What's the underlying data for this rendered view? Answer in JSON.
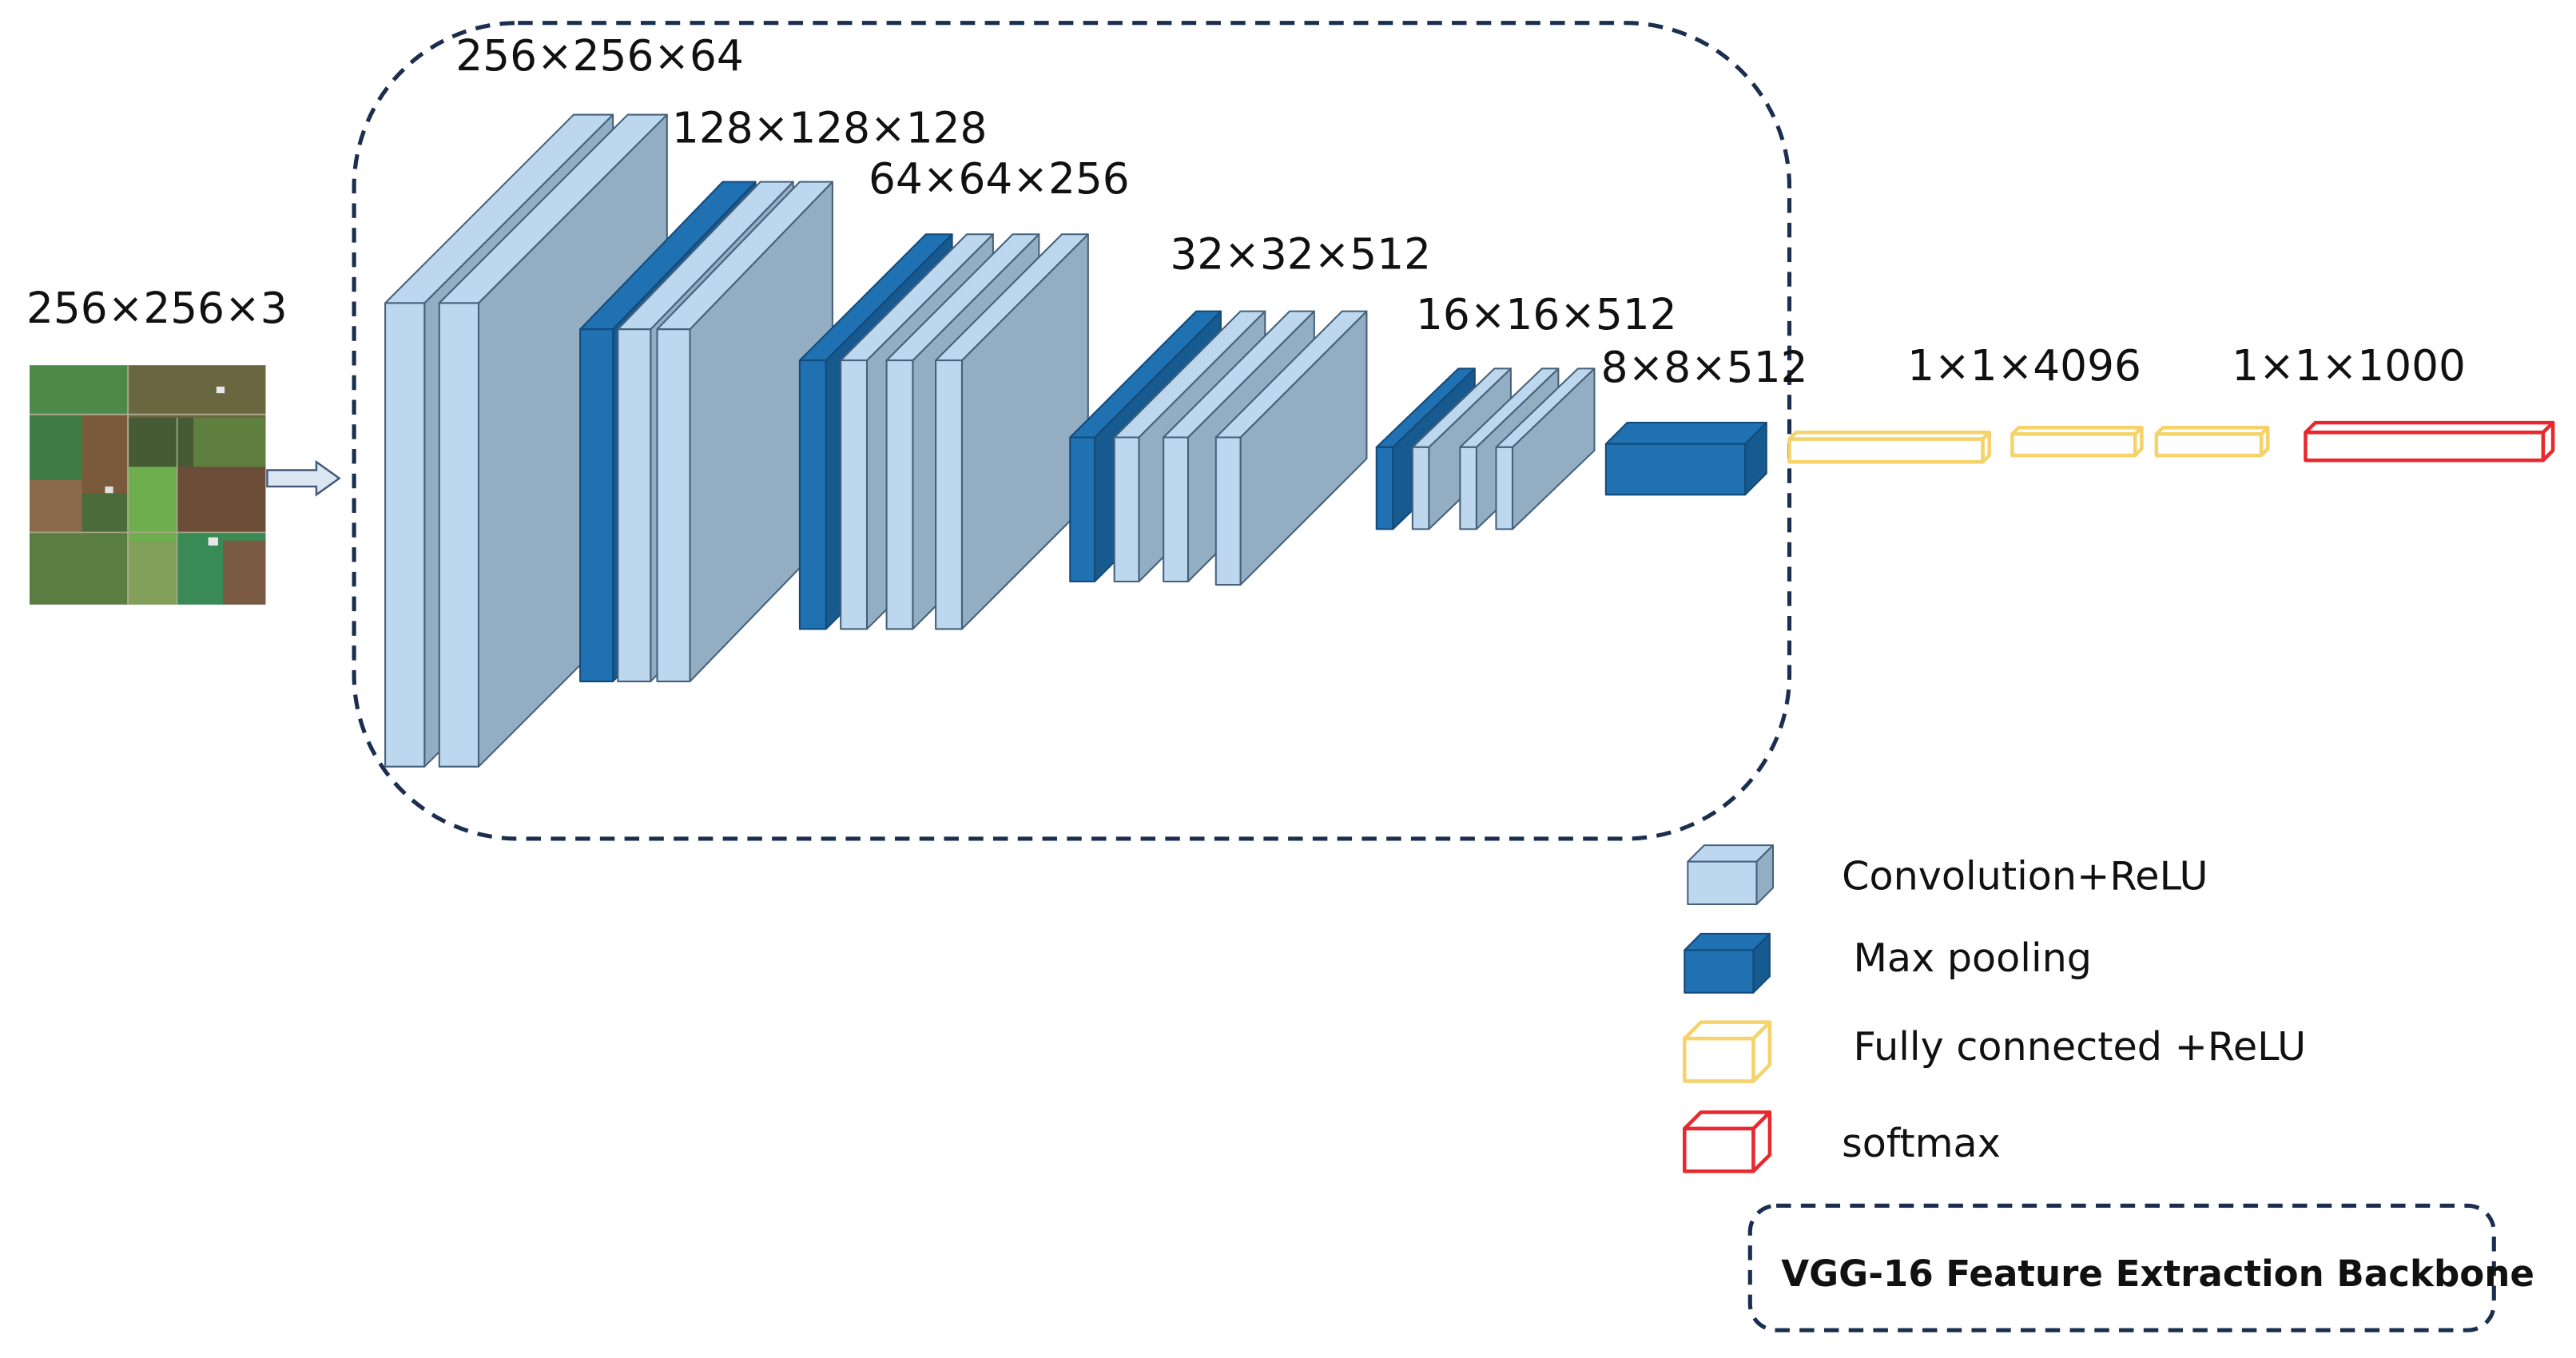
{
  "input": {
    "size_label": "256×256×3"
  },
  "stage_labels": [
    "256×256×64",
    "128×128×128",
    "64×64×256",
    "32×32×512",
    "16×16×512",
    "8×8×512"
  ],
  "fc_labels": [
    "1×1×4096",
    "1×1×1000"
  ],
  "legend": {
    "conv_relu": "Convolution+ReLU",
    "max_pooling": "Max pooling",
    "fc_relu": "Fully connected +ReLU",
    "softmax": "softmax"
  },
  "backbone_label": "VGG-16 Feature Extraction Backbone",
  "colors": {
    "conv_front": "#bcd7ee",
    "conv_side": "#93aec3",
    "conv_stroke": "#44607a",
    "pool_front": "#1f71b2",
    "pool_side": "#175a90",
    "fc_stroke": "#f5d26a",
    "softmax_stroke": "#e8282e",
    "dashed": "#1b2e4f",
    "arrow_fill": "#dce6f2",
    "arrow_stroke": "#41597a"
  }
}
